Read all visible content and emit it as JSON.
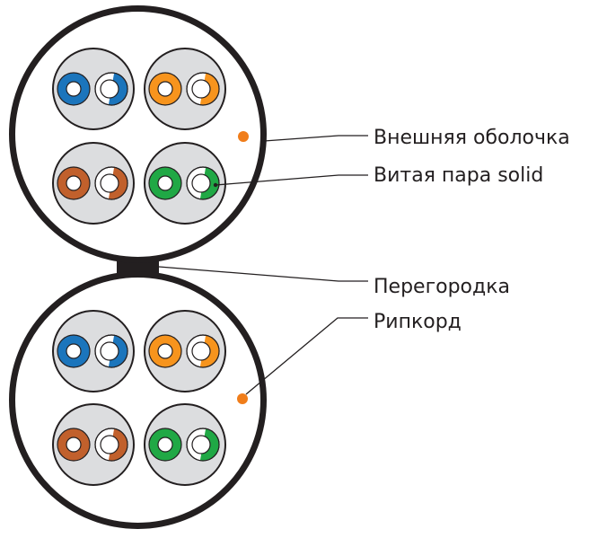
{
  "labels": {
    "outer_jacket": "Внешняя оболочка",
    "twisted_pair": "Витая пара solid",
    "separator": "Перегородка",
    "ripcord": "Рипкорд"
  },
  "colors": {
    "outline": "#231f20",
    "pair_background": "#dcdddf",
    "ripcord": "#f07d1a",
    "blue": "#1b75bc",
    "orange": "#f7941d",
    "brown": "#c1602c",
    "green": "#20a845"
  },
  "cable": {
    "units": [
      {
        "pairs": [
          "blue",
          "orange",
          "brown",
          "green"
        ]
      },
      {
        "pairs": [
          "blue",
          "orange",
          "brown",
          "green"
        ]
      }
    ]
  }
}
